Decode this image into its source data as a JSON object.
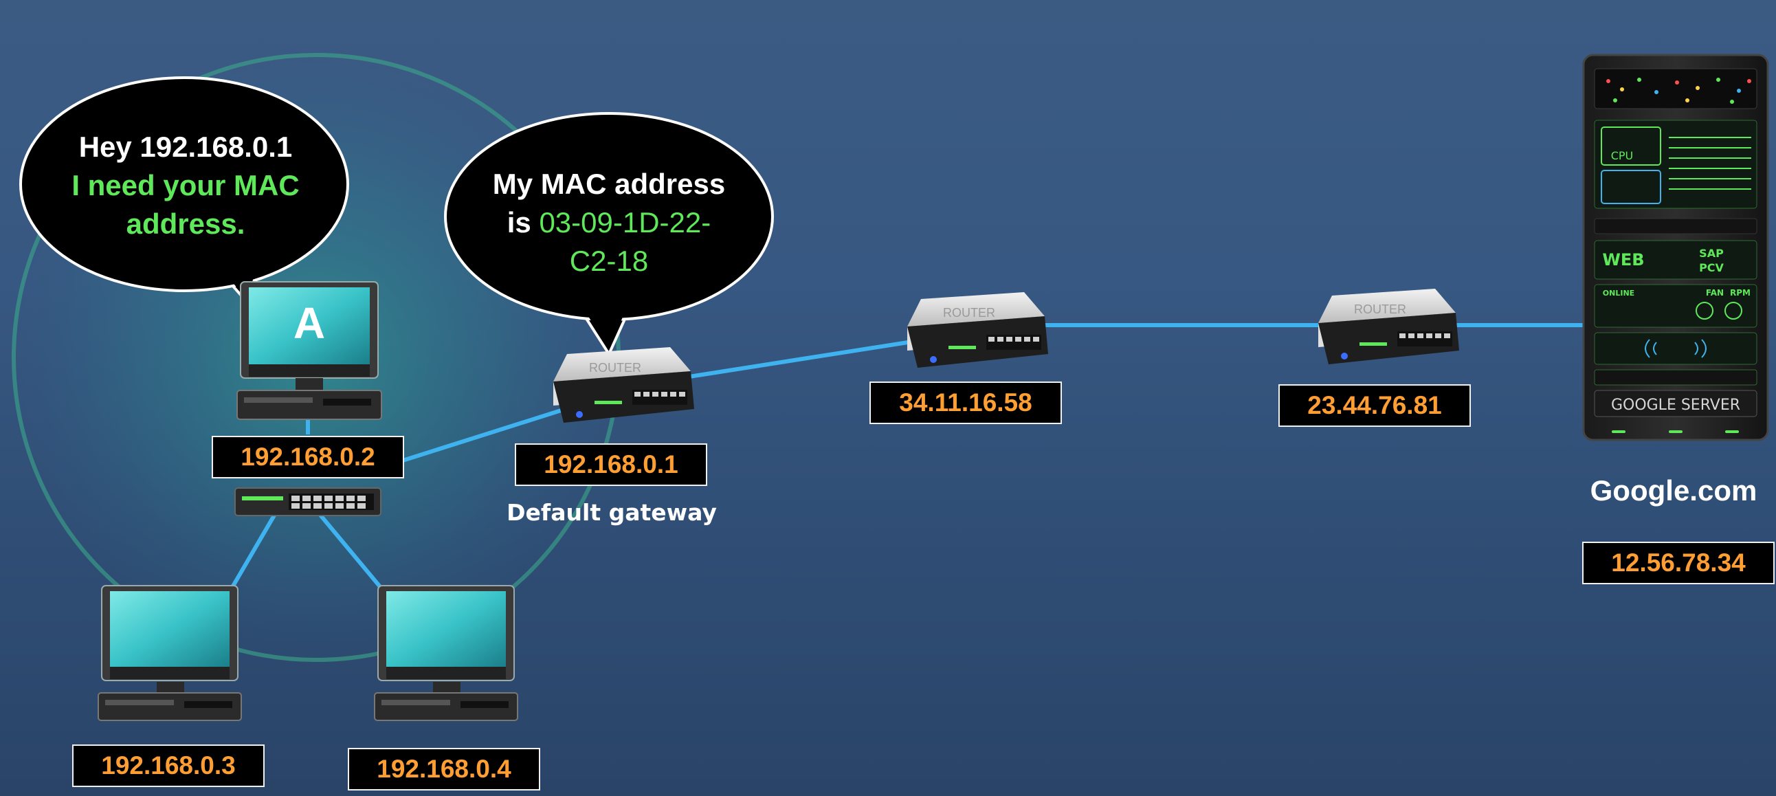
{
  "bubbles": {
    "computer_a": {
      "line1": "Hey 192.168.0.1",
      "line2": "I need your MAC",
      "line3": "address."
    },
    "gateway": {
      "line1": "My MAC address",
      "line2_prefix": "is ",
      "line2_mac": "03-09-1D-22-",
      "line3_mac": "C2-18"
    }
  },
  "computers": {
    "a": {
      "letter": "A",
      "ip": "192.168.0.2"
    },
    "b": {
      "ip": "192.168.0.3"
    },
    "c": {
      "ip": "192.168.0.4"
    }
  },
  "routers": {
    "gateway": {
      "brand": "ROUTER",
      "ip": "192.168.0.1",
      "caption": "Default gateway"
    },
    "hop1": {
      "brand": "ROUTER",
      "ip": "34.11.16.58"
    },
    "hop2": {
      "brand": "ROUTER",
      "ip": "23.44.76.81"
    }
  },
  "server": {
    "panel_label": "GOOGLE SERVER",
    "cpu_label": "CPU",
    "web_label": "WEB",
    "sap_label": "SAP",
    "pcv_label": "PCV",
    "online_label": "ONLINE",
    "fan_label": "FAN",
    "rpm_label": "RPM",
    "domain": "Google.com",
    "ip": "12.56.78.34"
  },
  "colors": {
    "ip_text": "#ff9e33",
    "link": "#3fb2f0",
    "green_text": "#5fe85a",
    "monitor_screen": "#4fd6d6"
  }
}
